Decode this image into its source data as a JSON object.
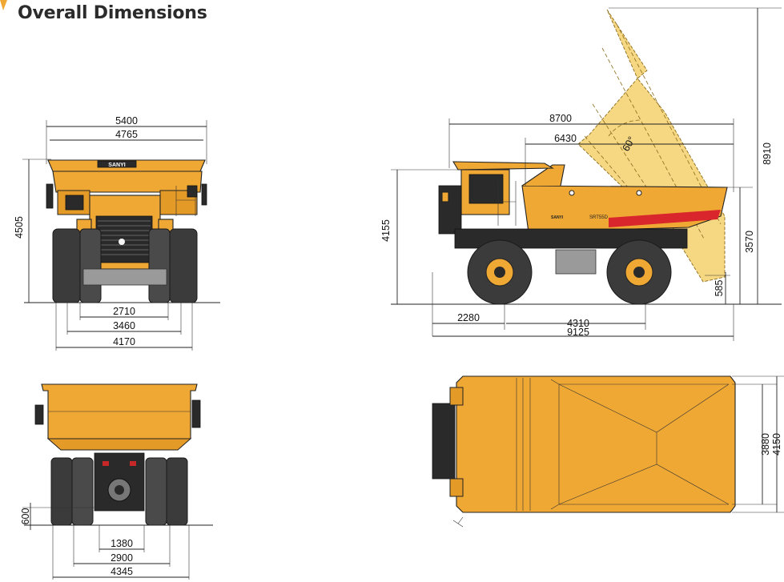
{
  "title": "Overall Dimensions",
  "colors": {
    "body": "#f0a834",
    "tire": "#3b3b3b",
    "accent_stripe": "#d8262c",
    "ghost_body": "#f6d782"
  },
  "front_view": {
    "brand_plate": "SANYI",
    "overall_width": "5400",
    "body_width": "4765",
    "height": "4505",
    "track_inner": "2710",
    "track_mid": "3460",
    "track_outer": "4170"
  },
  "rear_view": {
    "ground_clearance": "600",
    "rear_track_inner": "1380",
    "rear_track_mid": "2900",
    "rear_overall_width": "4345"
  },
  "side_view": {
    "dump_length": "8700",
    "dump_top_offset": "6430",
    "dump_angle": "60°",
    "dump_height": "8910",
    "cab_height": "4155",
    "body_height": "3570",
    "body_clearance": "585",
    "front_overhang": "2280",
    "wheelbase": "4310",
    "overall_length": "9125",
    "badge_brand": "SANYI",
    "model_label": "SRT55D"
  },
  "top_view": {
    "body_inner_width": "3880",
    "body_outer_width": "4150"
  }
}
